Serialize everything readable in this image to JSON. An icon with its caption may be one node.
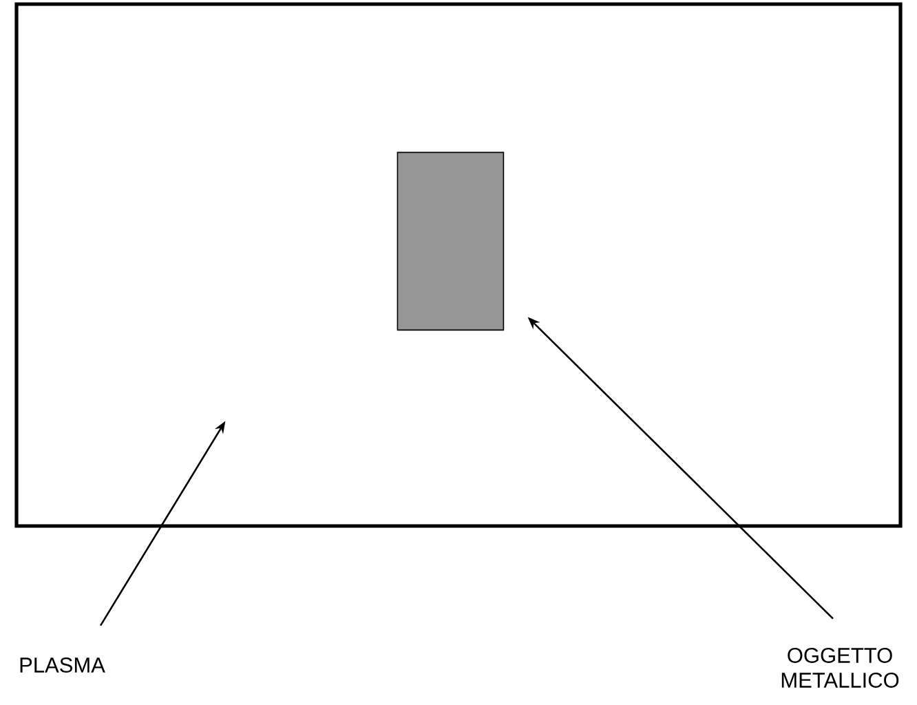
{
  "diagram": {
    "nodes": [
      {
        "text": [],
        "shape": "box"
      },
      {
        "text": [],
        "shape": "box",
        "in": 0
      },
      {
        "text": [
          "PLASMA"
        ]
      },
      {
        "text": [
          "OGGETTO METALLICO"
        ]
      }
    ],
    "edges": [
      {
        "from": 2,
        "to": 0,
        "arrow": "to"
      },
      {
        "from": 3,
        "to": 1,
        "arrow": "to"
      }
    ]
  }
}
